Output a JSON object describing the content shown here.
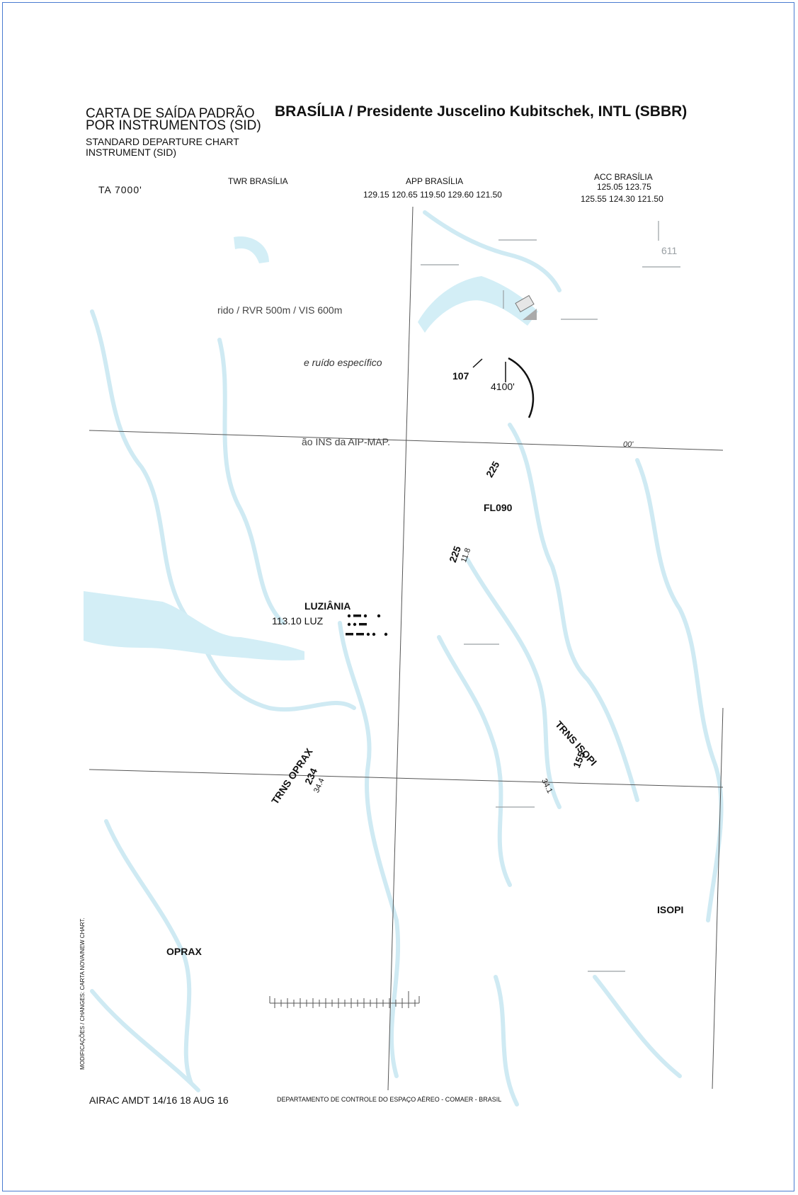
{
  "header": {
    "chart_type_pt_line1": "CARTA DE SAÍDA PADRÃO",
    "chart_type_pt_line2": "POR INSTRUMENTOS (SID)",
    "chart_type_en_line1": "STANDARD DEPARTURE  CHART",
    "chart_type_en_line2": "INSTRUMENT (SID)",
    "airport_title": "BRASÍLIA / Presidente Juscelino Kubitschek, INTL (SBBR)"
  },
  "comms": {
    "ta": "TA 7000'",
    "twr_label": "TWR BRASÍLIA",
    "app_label": "APP BRASÍLIA",
    "app_freqs": "129.15 120.65 119.50 129.60 121.50",
    "acc_label": "ACC BRASÍLIA",
    "acc_freqs_line1": "125.05 123.75",
    "acc_freqs_line2": "125.55 124.30 121.50"
  },
  "notes": {
    "rvr": "rido / RVR 500m / VIS 600m",
    "noise": "e ruído específico",
    "ins": "ão INS da AIP-MAP.",
    "min_alt": "00'"
  },
  "map_labels": {
    "elev_611": "611",
    "course_107": "107",
    "alt_4100": "4100'",
    "course_225_top": "225",
    "fl090": "FL090",
    "course_225_mid": "225",
    "dist_11_8": "11.8",
    "vor_name": "LUZIÂNIA",
    "vor_freq_ident": "113.10  LUZ",
    "trns_oprax": "TRNS OPRAX",
    "course_234": "234",
    "dist_34_4": "34.4",
    "trns_isopi": "TRNS ISOPI",
    "course_155": "155",
    "dist_34_1": "34.1",
    "fix_isopi": "ISOPI",
    "fix_oprax": "OPRAX"
  },
  "footer": {
    "side_note": "MODIFICAÇÕES / CHANGES: CARTA NOVA/NEW CHART.",
    "airac": "AIRAC AMDT 14/16 18 AUG 16",
    "publisher": "DEPARTAMENTO DE CONTROLE DO ESPAÇO AÉREO - COMAER - BRASIL"
  },
  "colors": {
    "water": "#d3eef6",
    "river": "#cfeaf3",
    "frame": "#4a7bd0",
    "ink": "#111111"
  }
}
